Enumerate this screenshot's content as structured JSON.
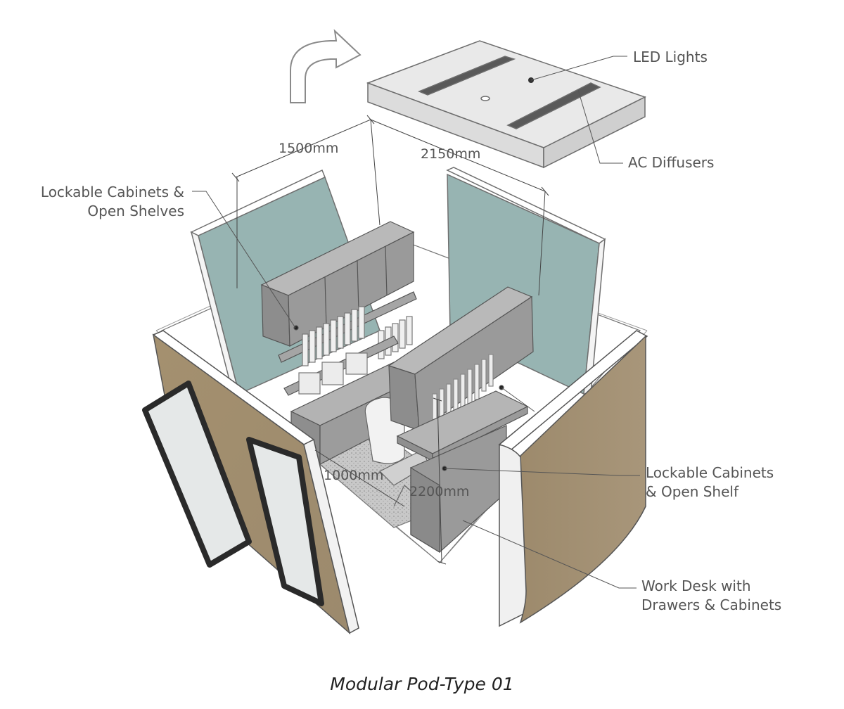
{
  "labels": {
    "led_lights": "LED Lights",
    "ac_diffusers": "AC Diffusers",
    "cabinets_left_line1": "Lockable Cabinets &",
    "cabinets_left_line2": "Open Shelves",
    "cabinets_right_line1": "Lockable Cabinets",
    "cabinets_right_line2": "& Open Shelf",
    "desk_line1": "Work Desk with",
    "desk_line2": "Drawers & Cabinets"
  },
  "dimensions": {
    "width": "1500mm",
    "length": "2150mm",
    "depth": "1000mm",
    "height": "2200mm"
  },
  "caption": "Modular Pod-Type 01",
  "colors": {
    "glass_panel": "#97b4b2",
    "wood_panel": "#a9967a",
    "cabinet": "#8f8f8f",
    "line": "#555555"
  },
  "icons": [
    "curved-arrow-icon"
  ]
}
